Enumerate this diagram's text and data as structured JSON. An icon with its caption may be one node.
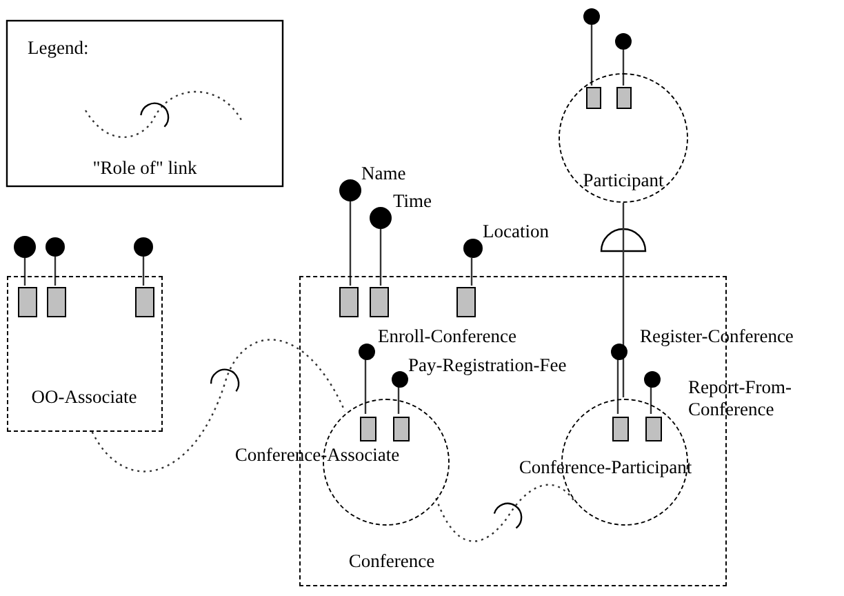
{
  "diagram": {
    "nodes": [
      {
        "text": [
          "Participant"
        ]
      },
      {
        "text": [],
        "shape": "box",
        "in": 0
      },
      {
        "text": [],
        "shape": "box",
        "in": 0
      },
      {
        "text": [],
        "shape": "circle"
      },
      {
        "text": [],
        "shape": "circle"
      },
      {
        "text": [
          "OO-Associate"
        ]
      },
      {
        "text": [],
        "shape": "box",
        "in": 5
      },
      {
        "text": [],
        "shape": "box",
        "in": 5
      },
      {
        "text": [],
        "shape": "box",
        "in": 5
      },
      {
        "text": [],
        "shape": "circle"
      },
      {
        "text": [],
        "shape": "circle"
      },
      {
        "text": [],
        "shape": "circle"
      },
      {
        "text": [
          "Conference"
        ]
      },
      {
        "text": [],
        "shape": "box",
        "in": 12
      },
      {
        "text": [],
        "shape": "box",
        "in": 12
      },
      {
        "text": [],
        "shape": "box",
        "in": 12
      },
      {
        "text": [
          "Name"
        ]
      },
      {
        "text": [
          "Time"
        ]
      },
      {
        "text": [
          "Location"
        ]
      },
      {
        "text": [
          "Conference-Associate"
        ],
        "in": 12
      },
      {
        "text": [],
        "shape": "box",
        "in": 19
      },
      {
        "text": [],
        "shape": "box",
        "in": 19
      },
      {
        "text": [
          "Enroll-Conference"
        ],
        "in": 12
      },
      {
        "text": [
          "Pay-Registration-Fee"
        ],
        "in": 12
      },
      {
        "text": [
          "Conference-Participant"
        ],
        "in": 12
      },
      {
        "text": [],
        "shape": "box",
        "in": 24
      },
      {
        "text": [],
        "shape": "box",
        "in": 24
      },
      {
        "text": [
          "Register-Conference"
        ],
        "in": 12
      },
      {
        "text": [
          "Report-From-Conference"
        ],
        "in": 12
      }
    ],
    "edges": [
      {
        "from": 1,
        "to": 3,
        "arrow": "none"
      },
      {
        "from": 2,
        "to": 4,
        "arrow": "none"
      },
      {
        "from": 6,
        "to": 9,
        "arrow": "none"
      },
      {
        "from": 7,
        "to": 10,
        "arrow": "none"
      },
      {
        "from": 8,
        "to": 11,
        "arrow": "none"
      },
      {
        "from": 13,
        "to": 16,
        "arrow": "none"
      },
      {
        "from": 14,
        "to": 17,
        "arrow": "none"
      },
      {
        "from": 15,
        "to": 18,
        "arrow": "none"
      },
      {
        "from": 20,
        "to": 22,
        "arrow": "none"
      },
      {
        "from": 21,
        "to": 23,
        "arrow": "none"
      },
      {
        "from": 25,
        "to": 27,
        "arrow": "none"
      },
      {
        "from": 26,
        "to": 28,
        "arrow": "none"
      },
      {
        "from": 5,
        "to": 19,
        "arrow": "none",
        "style": "dashed"
      },
      {
        "from": 19,
        "to": 24,
        "arrow": "none",
        "style": "dashed"
      },
      {
        "from": 0,
        "to": 24,
        "arrow": "none"
      }
    ],
    "labels": [
      "Legend:"
    ],
    "legend": [
      {
        "text": "\"Role of\" link"
      }
    ]
  }
}
